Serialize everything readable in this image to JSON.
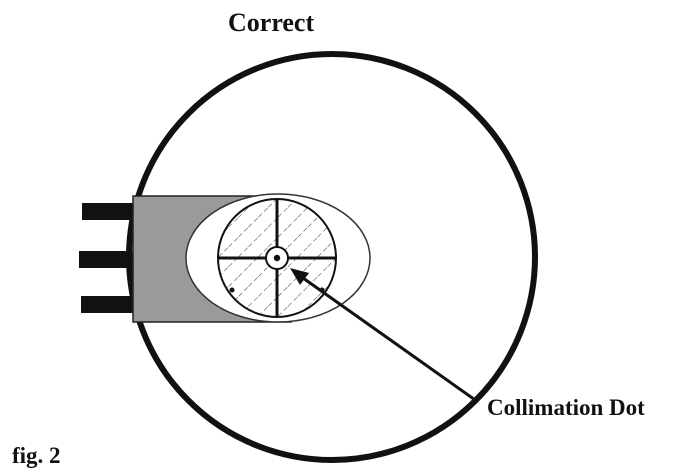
{
  "title": "Correct",
  "callout_label": "Collimation Dot",
  "figure_label": "fig. 2",
  "colors": {
    "ink": "#111111",
    "background": "#ffffff",
    "holder_fill": "#9a9a9a"
  }
}
